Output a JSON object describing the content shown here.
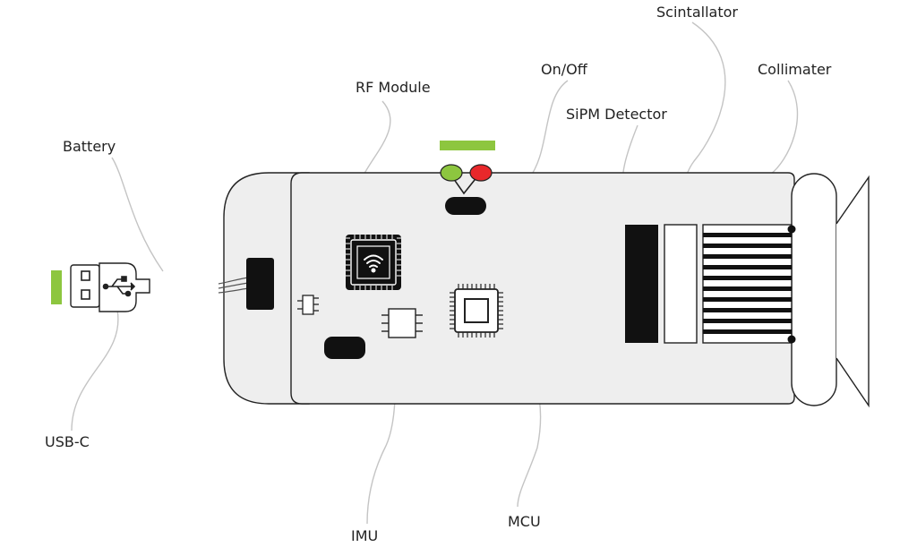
{
  "labels": {
    "battery": "Battery",
    "usb_c": "USB-C",
    "rf_module": "RF Module",
    "on_off": "On/Off",
    "sipm_detector": "SiPM Detector",
    "scintallator": "Scintallator",
    "collimater": "Collimater",
    "imu": "IMU",
    "mcu": "MCU"
  },
  "colors": {
    "accent_green": "#8dc63f",
    "led_red": "#e8282b",
    "led_green": "#8dc63f",
    "housing_fill": "#eeeeee",
    "outline": "#222222",
    "leader_line": "#c4c4c4"
  },
  "icons": {
    "usb": "usb-icon",
    "wifi": "wifi-icon"
  }
}
